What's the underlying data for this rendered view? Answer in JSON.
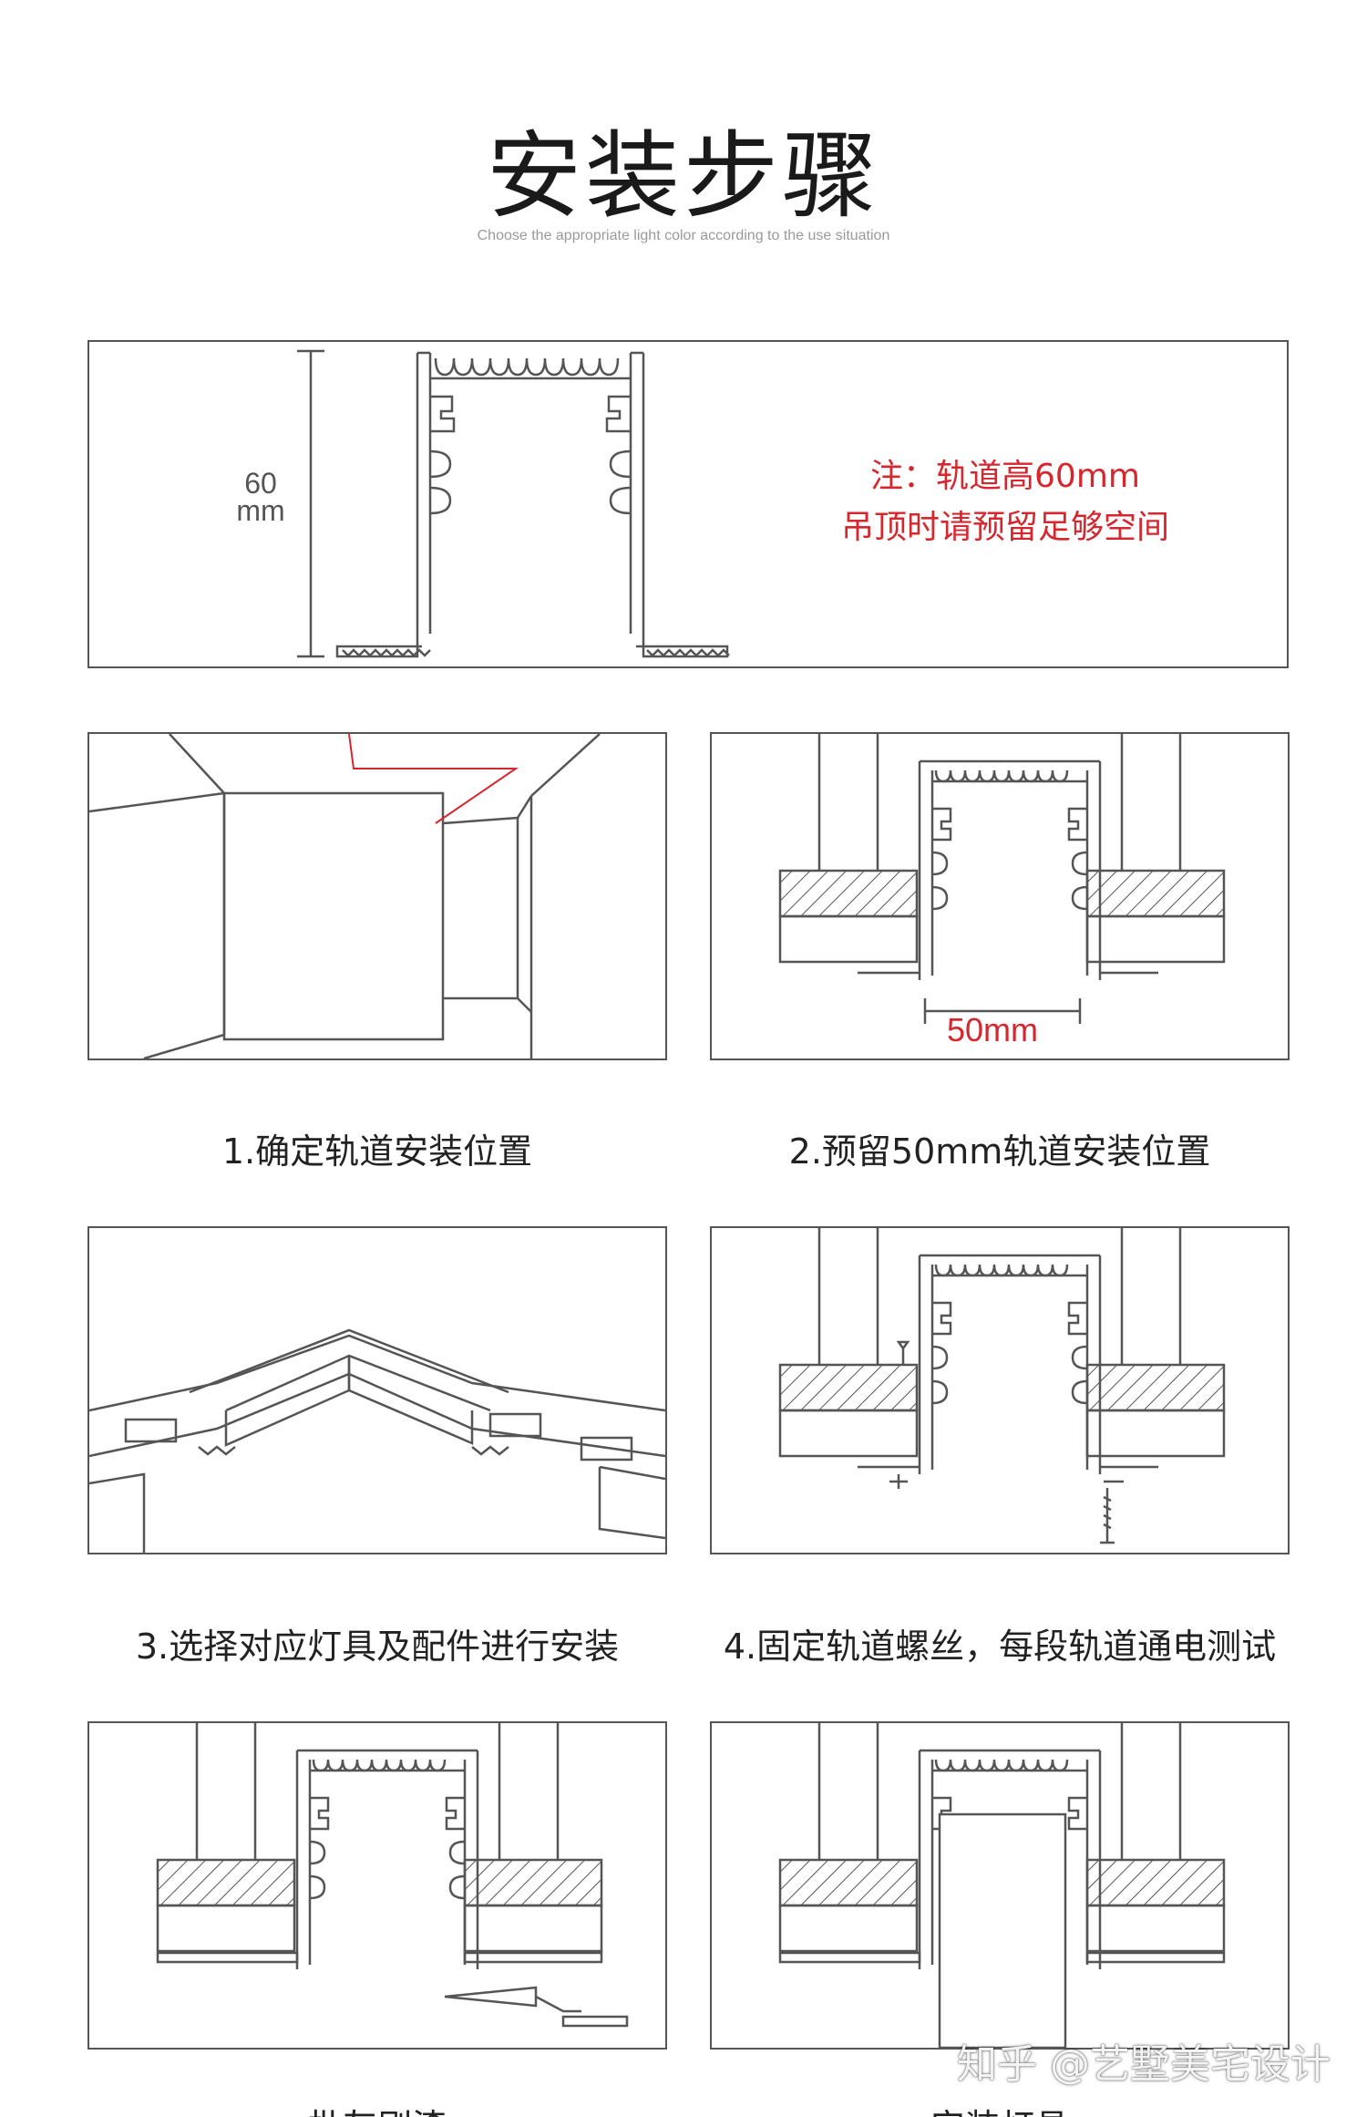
{
  "title": "安装步骤",
  "subtitle": "Choose the appropriate light color according to the use situation",
  "profile_panel": {
    "dimension_value": "60",
    "dimension_unit": "mm",
    "note_line1": "注：轨道高60mm",
    "note_line2": "吊顶时请预留足够空间"
  },
  "steps": [
    {
      "caption": "1.确定轨道安装位置"
    },
    {
      "caption": "2.预留50mm轨道安装位置",
      "dimension": "50mm"
    },
    {
      "caption": "3.选择对应灯具及配件进行安装"
    },
    {
      "caption": "4.固定轨道螺丝，每段轨道通电测试"
    },
    {
      "caption": "批灰刷漆"
    },
    {
      "caption": "安装灯具"
    }
  ],
  "watermark": "知乎 @艺墅美宅设计",
  "colors": {
    "accent_red": "#d6262e",
    "line": "#555555"
  }
}
